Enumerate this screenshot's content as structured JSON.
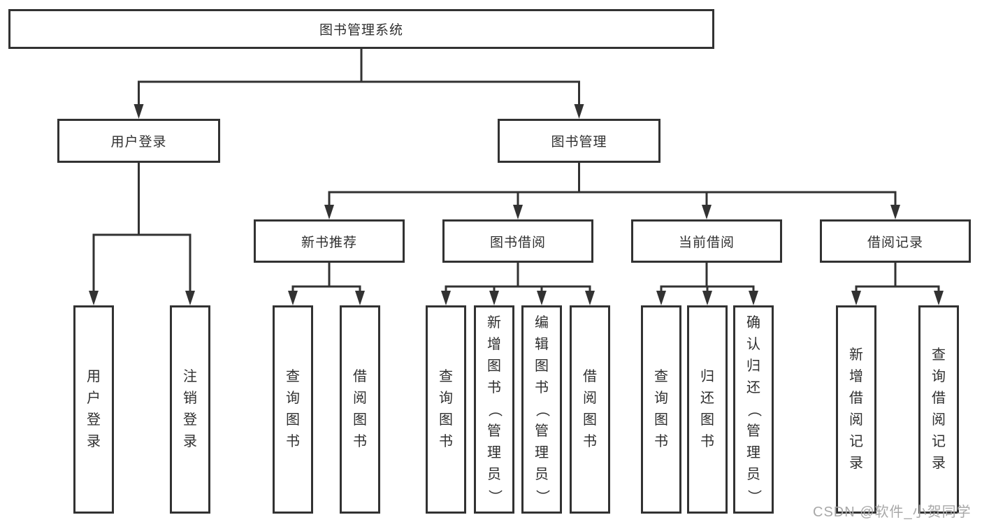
{
  "diagram": {
    "root": "图书管理系统",
    "level1": [
      {
        "label": "用户登录"
      },
      {
        "label": "图书管理"
      }
    ],
    "level2": [
      {
        "label": "新书推荐",
        "parent": "图书管理"
      },
      {
        "label": "图书借阅",
        "parent": "图书管理"
      },
      {
        "label": "当前借阅",
        "parent": "图书管理"
      },
      {
        "label": "借阅记录",
        "parent": "图书管理"
      }
    ],
    "leaves": [
      {
        "label": "用户登录",
        "parent": "用户登录"
      },
      {
        "label": "注销登录",
        "parent": "用户登录"
      },
      {
        "label": "查询图书",
        "parent": "新书推荐"
      },
      {
        "label": "借阅图书",
        "parent": "新书推荐"
      },
      {
        "label": "查询图书",
        "parent": "图书借阅"
      },
      {
        "label": "新增图书（管理员）",
        "parent": "图书借阅"
      },
      {
        "label": "编辑图书（管理员）",
        "parent": "图书借阅"
      },
      {
        "label": "借阅图书",
        "parent": "图书借阅"
      },
      {
        "label": "查询图书",
        "parent": "当前借阅"
      },
      {
        "label": "归还图书",
        "parent": "当前借阅"
      },
      {
        "label": "确认归还（管理员）",
        "parent": "当前借阅"
      },
      {
        "label": "新增借阅记录",
        "parent": "借阅记录"
      },
      {
        "label": "查询借阅记录",
        "parent": "借阅记录"
      }
    ],
    "watermark": "CSDN @软件_小贺同学",
    "colors": {
      "line": "#323232",
      "box_border": "#323232",
      "text": "#2f2f2f",
      "watermark": "#a8a8a8",
      "background": "#ffffff"
    }
  }
}
